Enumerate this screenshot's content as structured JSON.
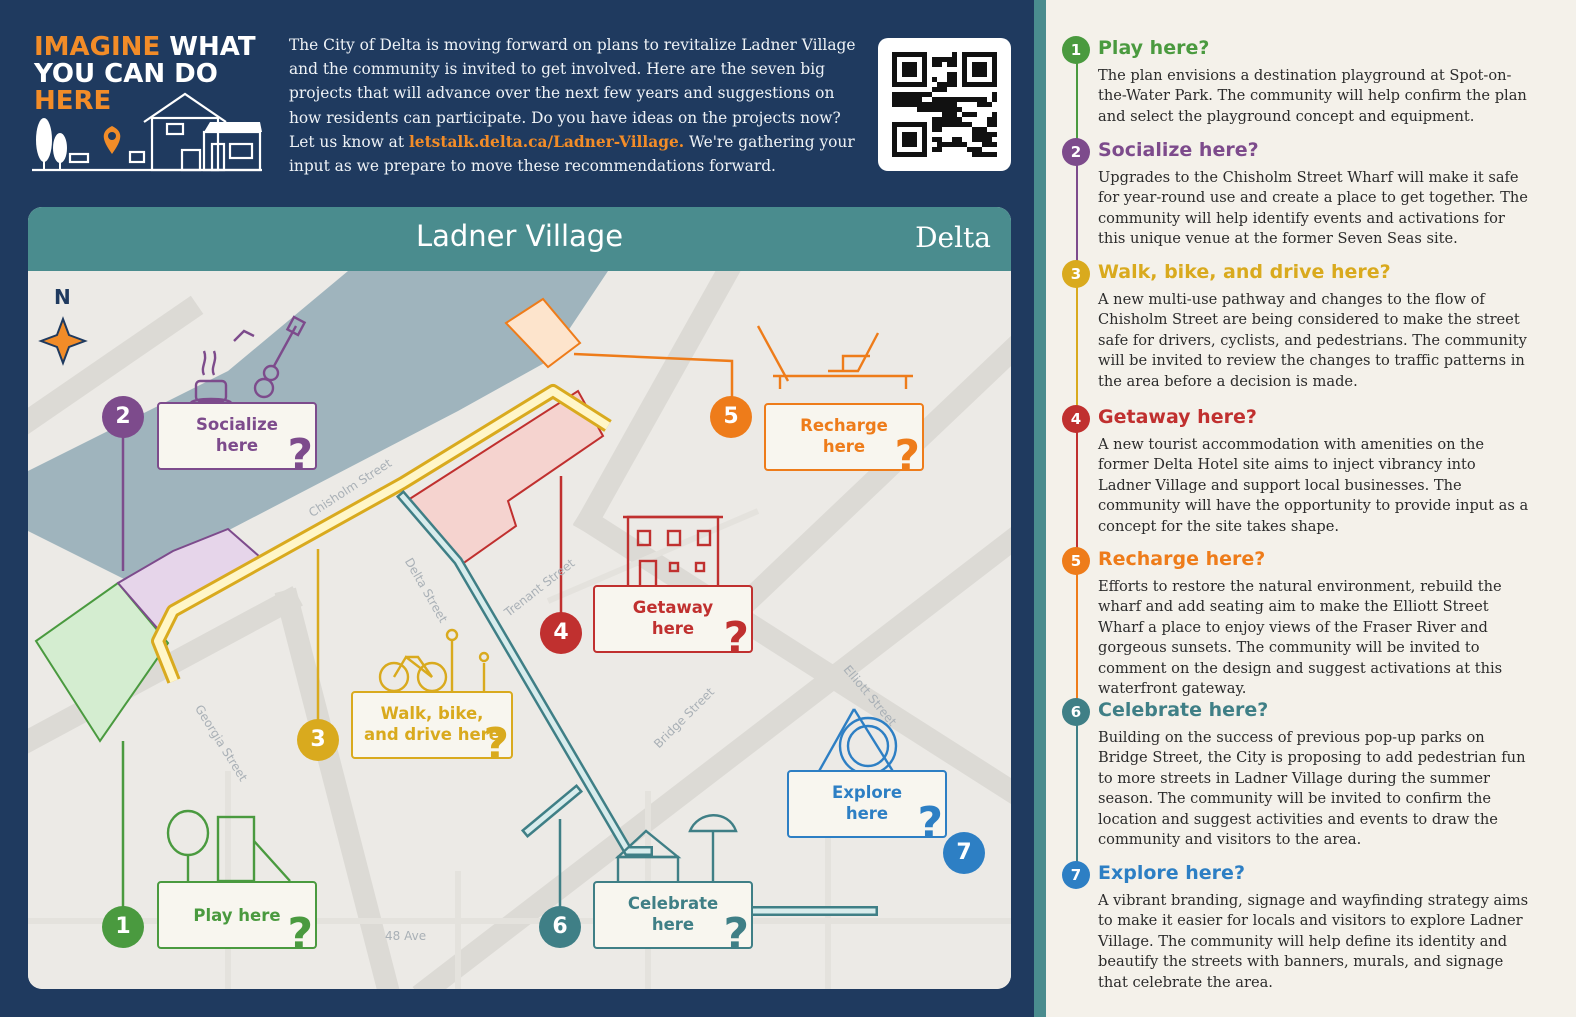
{
  "colors": {
    "navy": "#1f3a5f",
    "teal": "#4a8c8e",
    "orange": "#f28c28",
    "p1": "#4a9a3f",
    "p2": "#7d4b8c",
    "p3": "#d9aa1e",
    "p4": "#c0302f",
    "p5": "#ee7c1a",
    "p6": "#3f7f86",
    "p7": "#2d7fc4"
  },
  "header": {
    "line1_orange": "IMAGINE",
    "line1_white": " WHAT",
    "line2": "YOU CAN DO",
    "line3": "HERE",
    "intro_before": "The City of Delta is moving forward on plans to revitalize Ladner Village and the community is invited to get involved. Here are the seven big projects that will advance over the next few years and suggestions on how residents can participate. Do you have ideas on the projects now? Let us know at ",
    "intro_link": "letstalk.delta.ca/Ladner-Village.",
    "intro_after": " We're gathering your input as we prepare to move these recommendations forward."
  },
  "map": {
    "title": "Ladner Village",
    "logo": "Delta",
    "north": "N",
    "streets": {
      "chisholm": "Chisholm Street",
      "delta": "Delta Street",
      "trenant": "Trenant Street",
      "georgia": "Georgia Street",
      "bridge": "Bridge Street",
      "elliott": "Elliott Street",
      "ave48": "48 Ave"
    },
    "callouts": [
      {
        "num": "1",
        "line1": "Play here",
        "line2": ""
      },
      {
        "num": "2",
        "line1": "Socialize",
        "line2": "here"
      },
      {
        "num": "3",
        "line1": "Walk, bike,",
        "line2": "and drive here"
      },
      {
        "num": "4",
        "line1": "Getaway",
        "line2": "here"
      },
      {
        "num": "5",
        "line1": "Recharge",
        "line2": "here"
      },
      {
        "num": "6",
        "line1": "Celebrate",
        "line2": "here"
      },
      {
        "num": "7",
        "line1": "Explore",
        "line2": "here"
      }
    ],
    "question_mark": "?"
  },
  "projects": [
    {
      "num": "1",
      "title": "Play here?",
      "desc": "The plan envisions a destination playground at Spot-on-the-Water Park. The community will help confirm the plan and select the playground concept and equipment."
    },
    {
      "num": "2",
      "title": "Socialize here?",
      "desc": "Upgrades to the Chisholm Street Wharf will make it safe for year-round use and create a place to get together. The community will help identify events and activations for this unique venue at the former Seven Seas site."
    },
    {
      "num": "3",
      "title": "Walk, bike, and drive here?",
      "desc": "A new multi-use pathway and changes to the flow of Chisholm Street are being considered to make the street safe for drivers, cyclists, and pedestrians. The community will be invited to review the changes to traffic patterns in the area before a decision is made."
    },
    {
      "num": "4",
      "title": "Getaway here?",
      "desc": "A new tourist accommodation with amenities on the former Delta Hotel site aims to inject vibrancy into Ladner Village and support local businesses. The community will have the opportunity to provide input as a concept for the site takes shape."
    },
    {
      "num": "5",
      "title": "Recharge here?",
      "desc": "Efforts to restore the natural environment, rebuild the wharf and add seating aim to make the Elliott Street Wharf a place to enjoy views of the Fraser River and gorgeous sunsets. The community will be invited to comment on the design and suggest activations at this waterfront gateway."
    },
    {
      "num": "6",
      "title": "Celebrate here?",
      "desc": "Building on the success of previous pop-up parks on Bridge Street, the City is proposing to add pedestrian fun to more streets in Ladner Village during the summer season. The community will be invited to confirm the location and suggest activities and events to draw the community and visitors to the area."
    },
    {
      "num": "7",
      "title": "Explore here?",
      "desc": "A vibrant branding, signage and wayfinding strategy aims to make it easier for locals and visitors to explore Ladner Village. The community will help define its identity and beautify the streets with banners, murals, and signage that celebrate the area."
    }
  ]
}
